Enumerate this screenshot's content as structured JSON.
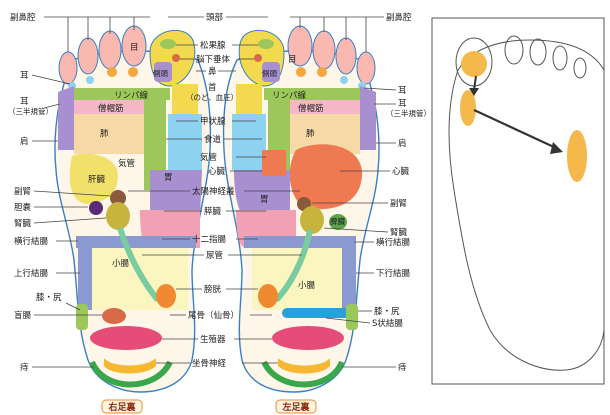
{
  "foot_captions": {
    "right": "右足裏",
    "left": "左足裏"
  },
  "labels": {
    "fukubikuu": "副鼻腔",
    "toubu": "頭部",
    "me": "目",
    "mimi": "耳",
    "shoukasuitai": "松果腺",
    "noukasuitai": "脳下垂体",
    "hana": "鼻",
    "sokutou": "側頭",
    "kubi": "首",
    "kubi_sub": "（のど、血圧）",
    "mimi_sankin": "耳",
    "mimi_sankin_sub": "（三半規管）",
    "rinpasen": "リンパ線",
    "soubouken": "僧帽筋",
    "koujousen": "甲状腺",
    "haishi": "肺",
    "hai": "肺",
    "kata": "肩",
    "shokudou": "食道",
    "kikan": "気管",
    "shinzou": "心臓",
    "kanzou": "肝臓",
    "i": "胃",
    "taiyoushinkeisou": "太陽神経叢",
    "fukujin": "副腎",
    "tannou": "胆嚢",
    "jinzou": "腎臓",
    "suizou": "膵臓",
    "hizou": "脾臓",
    "juunishichou": "十二指腸",
    "ouko": "横行結腸",
    "nyoukan": "尿管",
    "jouko": "上行結腸",
    "kako": "下行結腸",
    "shouchou": "小腸",
    "boukou": "膀胱",
    "hiza_shiri": "膝・尻",
    "mouchou": "盲腸",
    "bitei": "尾骨（仙骨）",
    "s_jou": "S状結腸",
    "seishokuki": "生殖器",
    "zakotsu": "坐骨神経",
    "ji": "痔"
  },
  "colors": {
    "skin": "#fff6ea",
    "toe": "#f9b8b0",
    "eye": "#f3a73c",
    "head_yellow": "#f3d94e",
    "head_green": "#9cc85b",
    "purple": "#a890d0",
    "lung": "#f7d9a8",
    "trapezius": "#f5b7c8",
    "thyroid": "#8dd2f0",
    "liver": "#f1e06a",
    "heart": "#ef7a52",
    "stomach": "#9ccd5b",
    "kidney": "#c8b43c",
    "adrenal": "#8a5a3c",
    "gall": "#5a2a7a",
    "colon": "#8a9ad0",
    "intestine": "#fbf5c0",
    "duodenum": "#f2a0b4",
    "ureter": "#7acca0",
    "bladder": "#f08a30",
    "genital": "#e64c78",
    "sciatic": "#f5b830",
    "hemorrhoid": "#3aa84a",
    "cecum": "#d86a4a",
    "sigmoid": "#2aa0d8",
    "diagram_spot": "#f5b84a",
    "arrow": "#333333"
  }
}
